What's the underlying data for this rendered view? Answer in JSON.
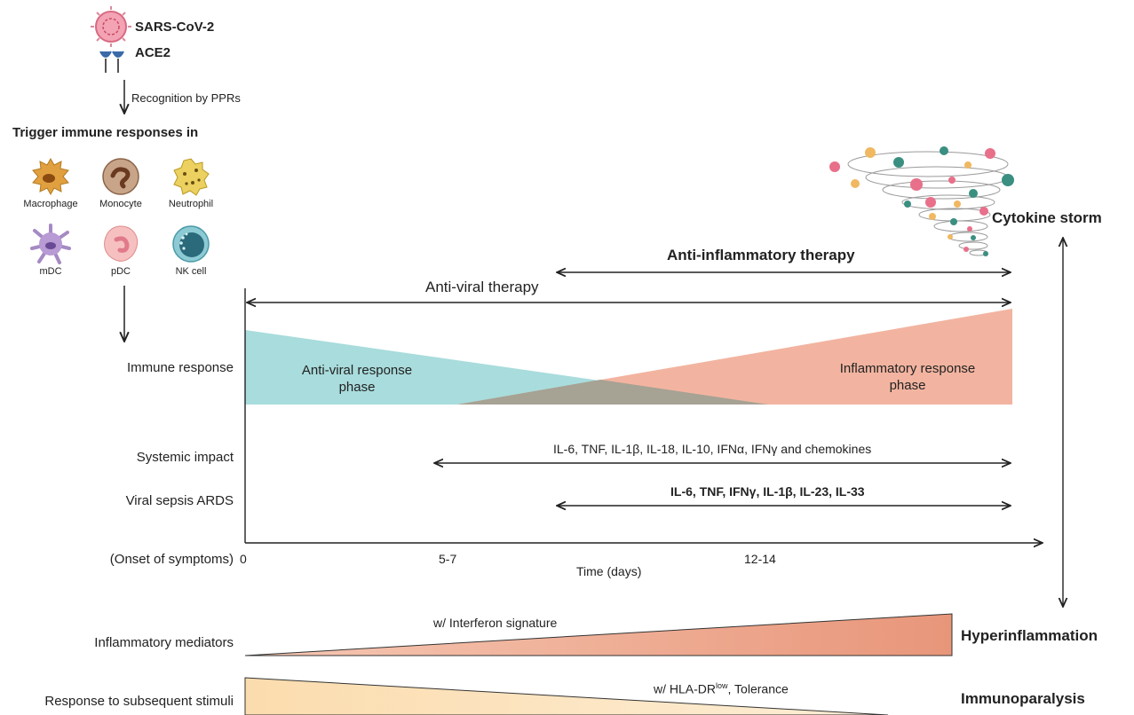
{
  "virus": {
    "name": "SARS-CoV-2",
    "receptor": "ACE2"
  },
  "recognition": "Recognition by PPRs",
  "trigger_title": "Trigger immune responses in",
  "cells": [
    {
      "label": "Macrophage",
      "icon": "macrophage-icon",
      "color": "#e0a040"
    },
    {
      "label": "Monocyte",
      "icon": "monocyte-icon",
      "color": "#b58a6a"
    },
    {
      "label": "Neutrophil",
      "icon": "neutrophil-icon",
      "color": "#e8cc55"
    },
    {
      "label": "mDC",
      "icon": "mdc-icon",
      "color": "#a58ac4"
    },
    {
      "label": "pDC",
      "icon": "pdc-icon",
      "color": "#f0a8a8"
    },
    {
      "label": "NK cell",
      "icon": "nk-cell-icon",
      "color": "#5aa8b8"
    }
  ],
  "cytokine_storm": "Cytokine storm",
  "therapies": {
    "anti_inflammatory": "Anti-inflammatory therapy",
    "anti_viral": "Anti-viral therapy"
  },
  "rows": {
    "immune_response": "Immune response",
    "systemic_impact": "Systemic impact",
    "viral_sepsis": "Viral sepsis ARDS",
    "onset": "(Onset of symptoms)",
    "inflammatory_mediators": "Inflammatory mediators",
    "subsequent_stimuli": "Response to subsequent stimuli"
  },
  "phases": {
    "antiviral_line1": "Anti-viral response",
    "antiviral_line2": "phase",
    "inflammatory_line1": "Inflammatory response",
    "inflammatory_line2": "phase"
  },
  "cytokines": {
    "systemic": "IL-6, TNF, IL-1β, IL-18, IL-10, IFNα, IFNγ and chemokines",
    "sepsis": "IL-6, TNF, IFNγ, IL-1β, IL-23, IL-33"
  },
  "axis": {
    "ticks": [
      "0",
      "5-7",
      "12-14"
    ],
    "label": "Time (days)"
  },
  "outcomes": {
    "interferon": "w/ Interferon signature",
    "hyperinflammation": "Hyperinflammation",
    "hla_prefix": "w/ HLA-DR",
    "hla_sup": "low",
    "hla_suffix": ", Tolerance",
    "immunoparalysis": "Immunoparalysis"
  },
  "colors": {
    "antiviral": "#a9dcdc",
    "inflammatory": "#f2b4a0",
    "overlap": "#a6a294",
    "hyperinflammation": "#e8967a",
    "immunoparalysis": "#fbe0b4",
    "virus": "#e8708a",
    "ace2": "#3a6aa8"
  }
}
